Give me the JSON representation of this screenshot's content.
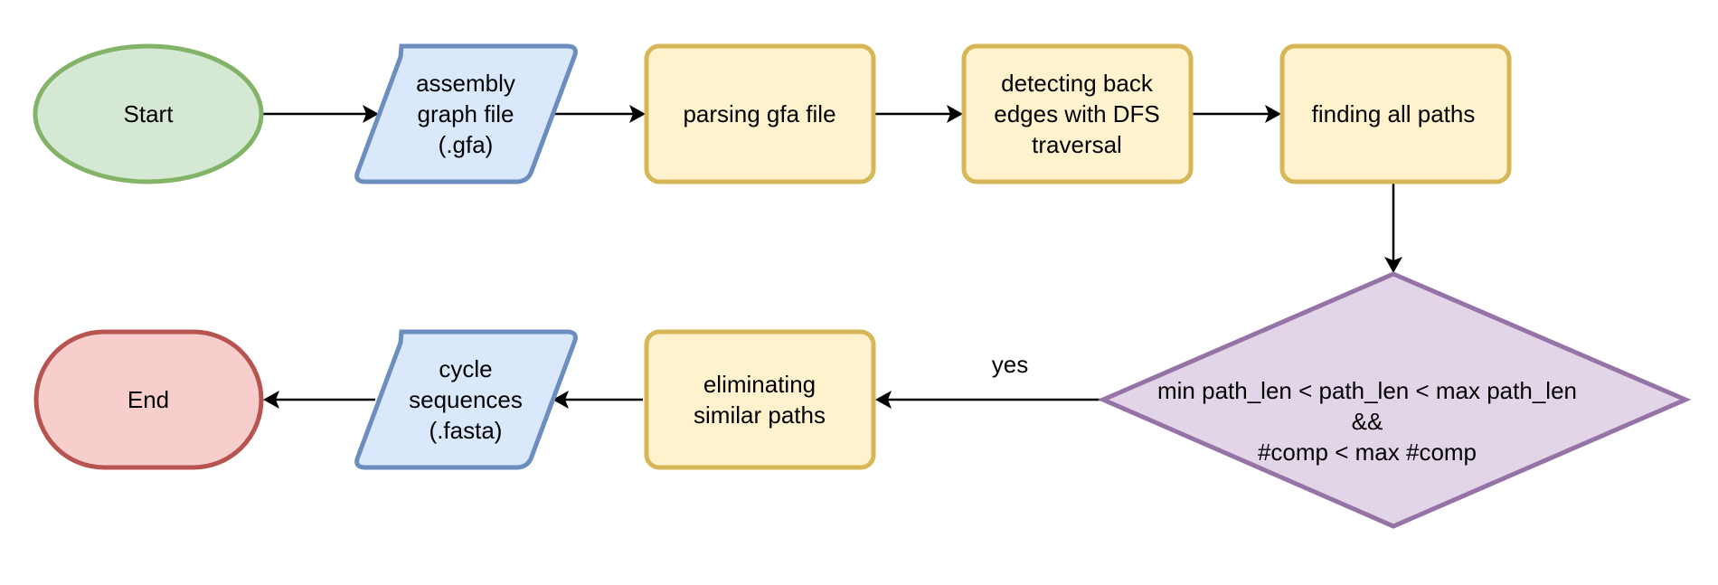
{
  "colors": {
    "start_fill": "#d5e8d4",
    "start_stroke": "#82b366",
    "io_fill": "#dae8fc",
    "io_stroke": "#6c8ebf",
    "process_fill": "#fff2cc",
    "process_stroke": "#d6b656",
    "decision_fill": "#e1d5e7",
    "decision_stroke": "#9673a6",
    "end_fill": "#f8cecc",
    "end_stroke": "#b85450",
    "edge": "#000000"
  },
  "nodes": {
    "start": {
      "lines": [
        "Start"
      ]
    },
    "assembly_graph": {
      "lines": [
        "assembly",
        "graph file",
        "(.gfa)"
      ]
    },
    "parsing": {
      "lines": [
        "parsing gfa file"
      ]
    },
    "detecting": {
      "lines": [
        "detecting back",
        "edges with DFS",
        "traversal"
      ]
    },
    "finding": {
      "lines": [
        "finding all paths"
      ]
    },
    "decision": {
      "lines": [
        "min path_len < path_len < max path_len",
        "&&",
        "#comp < max #comp"
      ]
    },
    "eliminating": {
      "lines": [
        "eliminating",
        "similar paths"
      ]
    },
    "cycle": {
      "lines": [
        "cycle",
        "sequences",
        "(.fasta)"
      ]
    },
    "end": {
      "lines": [
        "End"
      ]
    }
  },
  "edges": {
    "yes_label": "yes"
  }
}
